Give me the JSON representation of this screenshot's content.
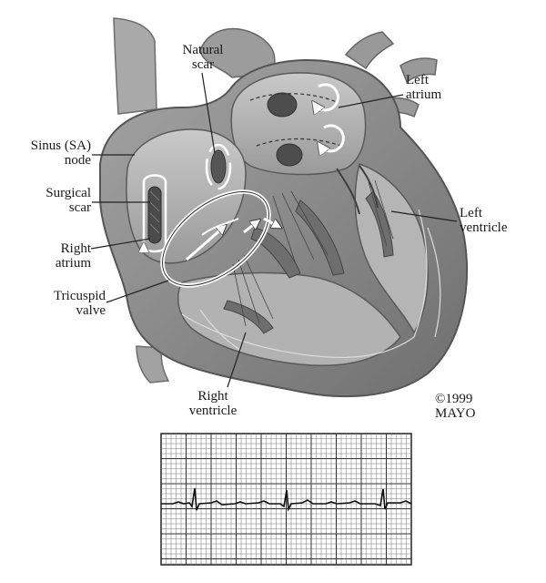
{
  "labels": {
    "natural_scar": "Natural\nscar",
    "left_atrium": "Left\natrium",
    "sinus_node": "Sinus (SA)\nnode",
    "surgical_scar": "Surgical\nscar",
    "left_ventricle": "Left\nventricle",
    "right_atrium": "Right\natrium",
    "tricuspid_valve": "Tricuspid\nvalve",
    "right_ventricle": "Right\nventricle",
    "copyright": "©1999\nMAYO"
  },
  "colors": {
    "heart_tissue": "#8e8e8e",
    "heart_dark": "#5e5e5e",
    "chamber": "#b9b9b9",
    "vessel": "#a3a3a3",
    "arrow": "#ffffff",
    "ecg_grid": "#555555",
    "ecg_trace": "#111111"
  }
}
